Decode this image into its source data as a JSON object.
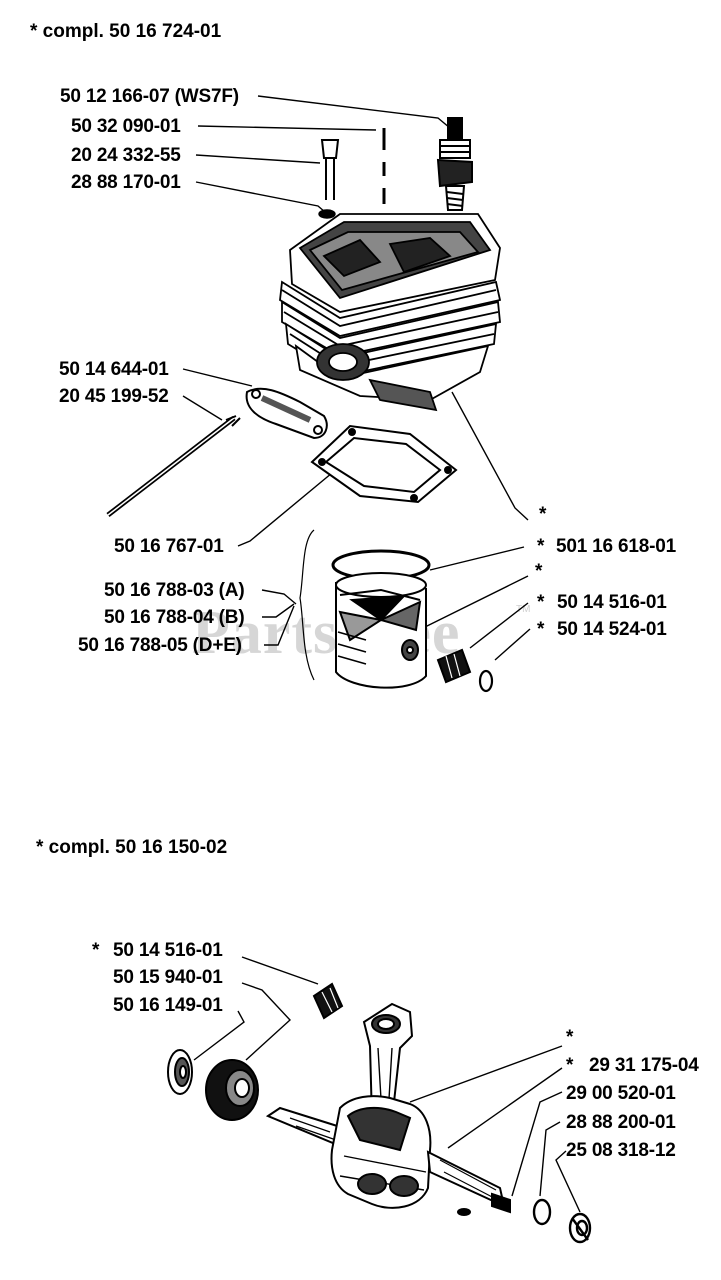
{
  "watermark": {
    "text": "PartsTree",
    "tm": "TM"
  },
  "section_top": {
    "header": "*  compl. 50 16 724-01",
    "labels": {
      "spark_plug": "50 12 166-07 (WS7F)",
      "stud": "50 32 090-01",
      "screw": "20 24 332-55",
      "washer": "28 88 170-01",
      "muffler_gasket": "50 14 644-01",
      "rod": "20 45 199-52",
      "cylinder_gasket": "50 16 767-01",
      "piston_a": "50 16 788-03 (A)",
      "piston_b": "50 16 788-04 (B)",
      "piston_de": "50 16 788-05 (D+E)",
      "ring": "501 16 618-01",
      "bearing": "50 14 516-01",
      "circlip": "50 14 524-01",
      "cylinder_star": "*",
      "pin_star": "*"
    },
    "star_markers": {
      "ring": "*",
      "bearing": "*",
      "circlip": "*"
    }
  },
  "section_bottom": {
    "header": "*  compl. 50 16 150-02",
    "labels": {
      "needle_bearing": "50 14 516-01",
      "ball_bearing": "50 15 940-01",
      "seal": "50 16 149-01",
      "crank_star": "*",
      "crankshaft": "29 31 175-04",
      "key": "29 00 520-01",
      "washer": "28 88 200-01",
      "nut": "25 08 318-12"
    },
    "star_markers": {
      "needle_bearing": "*",
      "crankshaft": "*"
    }
  }
}
